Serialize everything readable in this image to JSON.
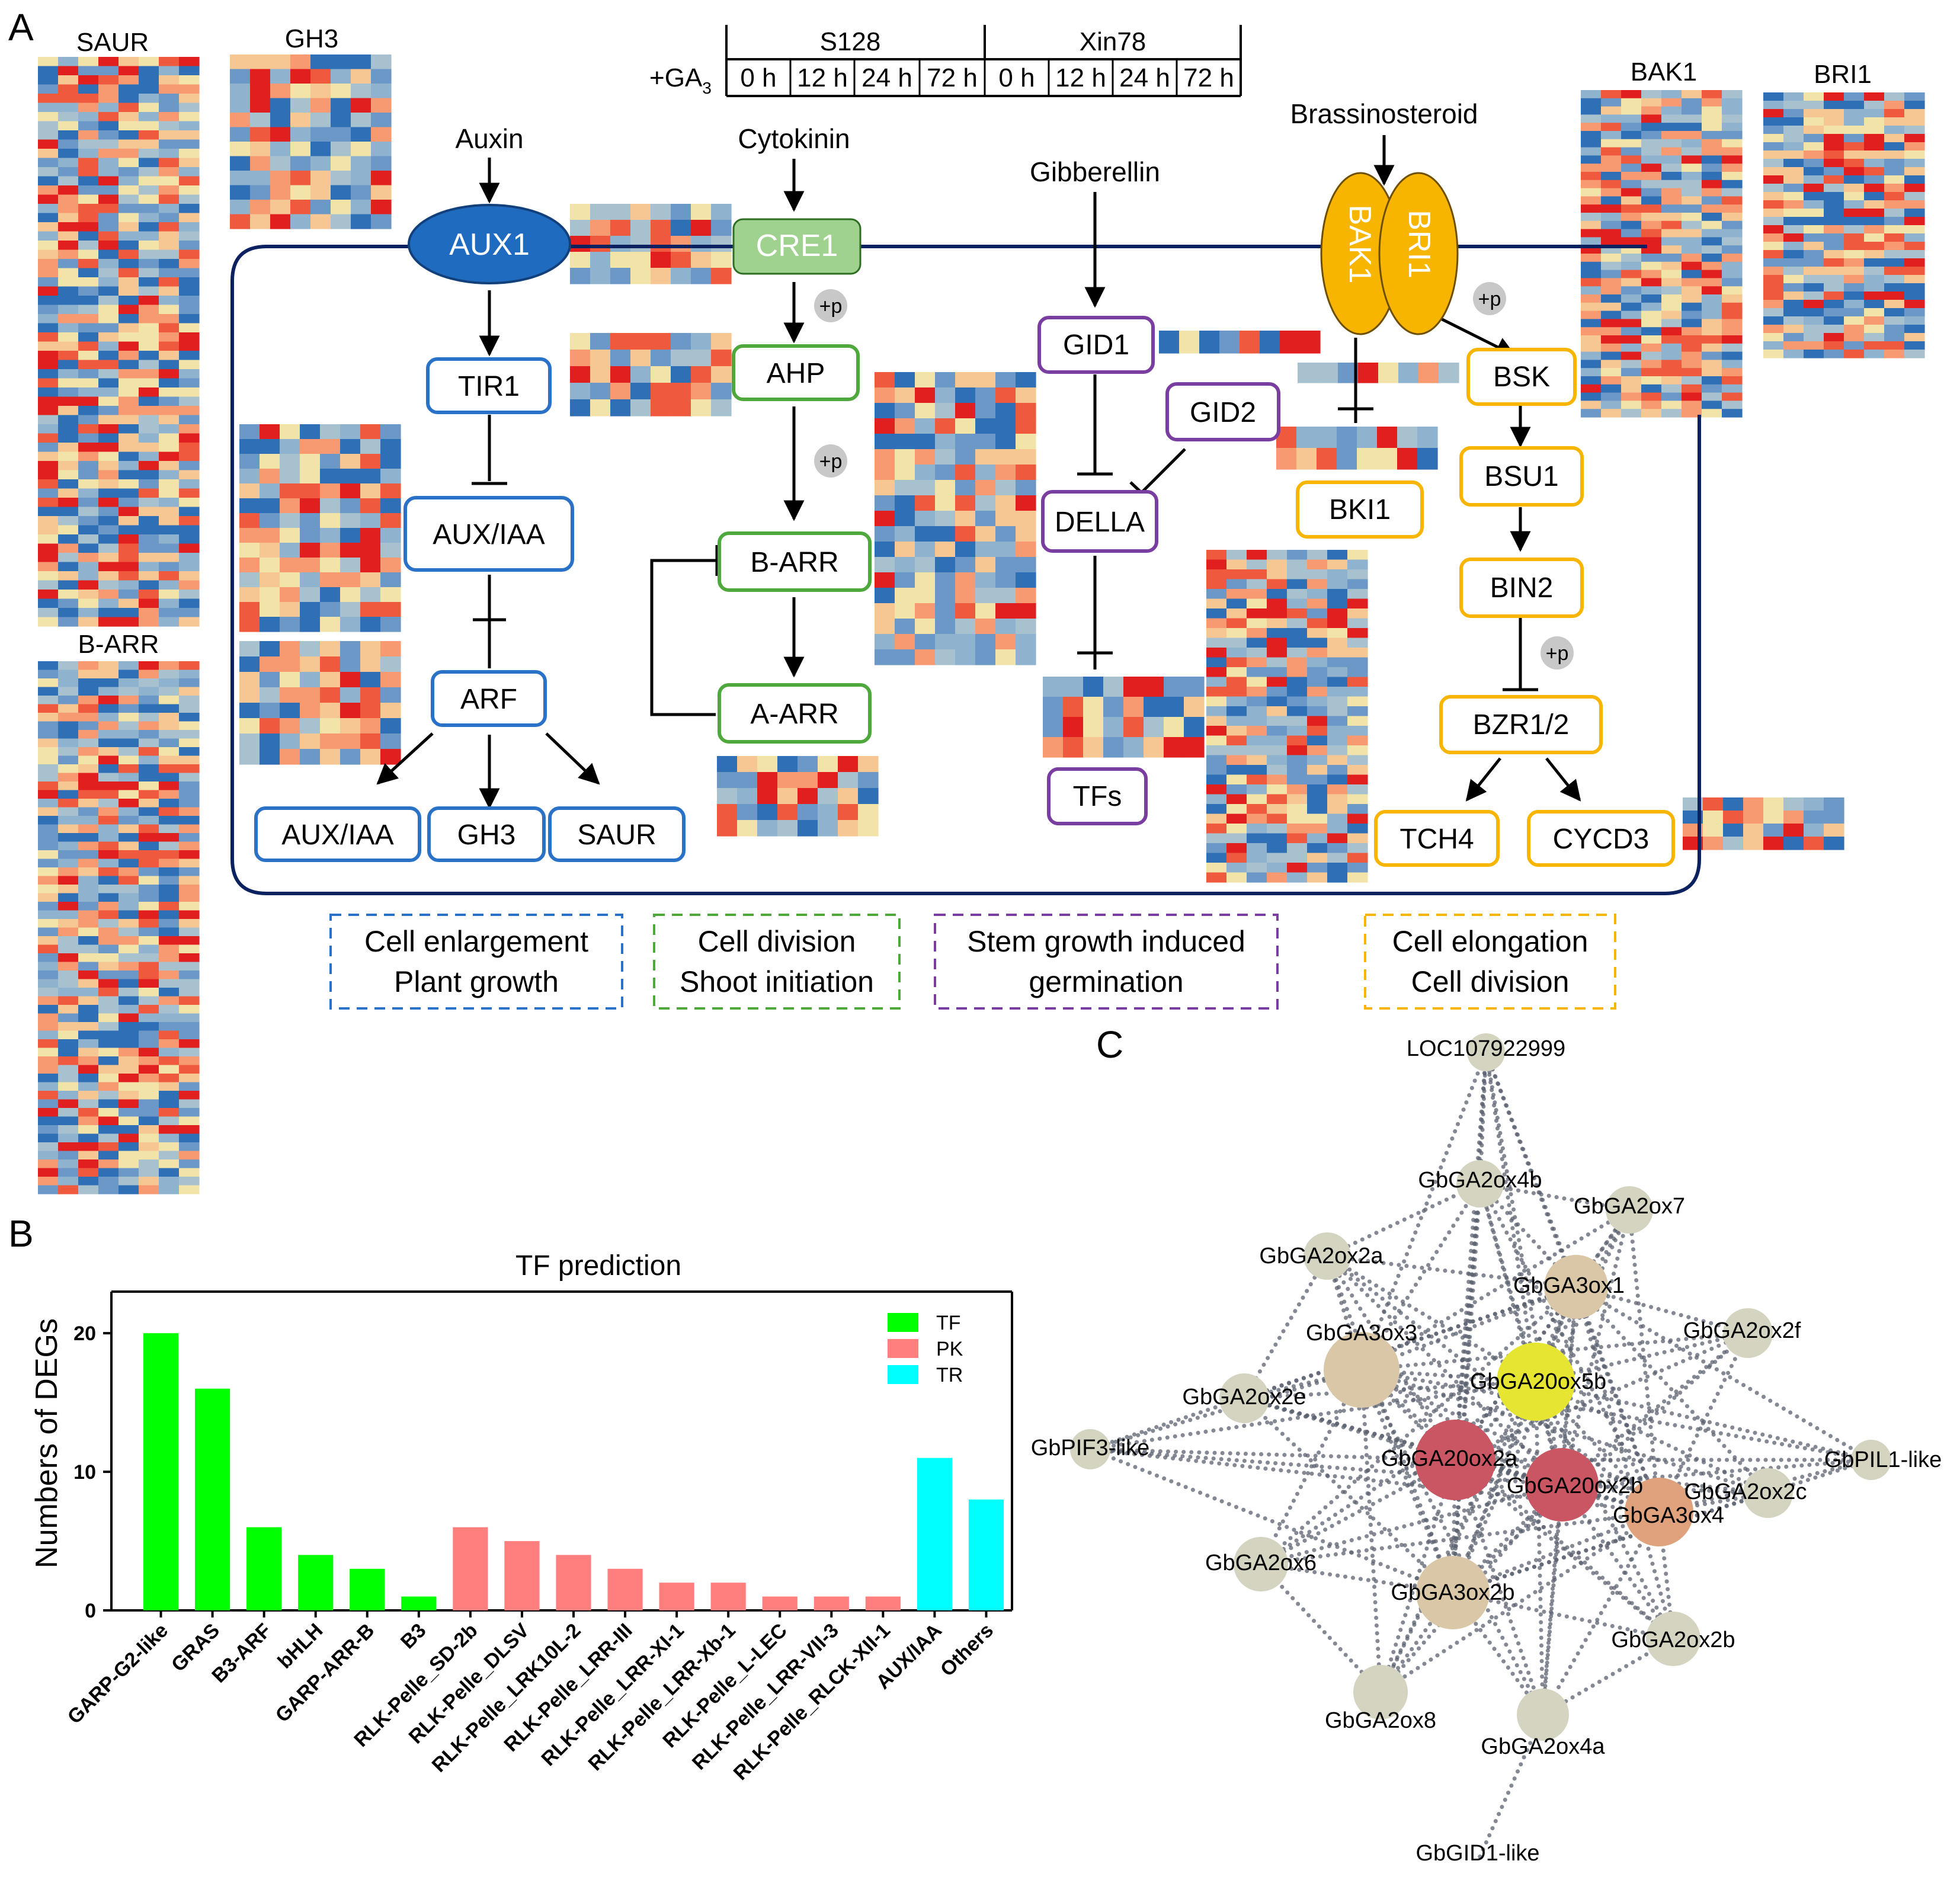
{
  "panel_labels": {
    "a": "A",
    "b": "B",
    "c": "C"
  },
  "colors": {
    "auxin": "#2a72c8",
    "cytokinin": "#4ea83c",
    "gibberellin": "#7a3ea0",
    "brassinosteroid": "#f7b500",
    "cell_border": "#0b2160",
    "tf": "#00ff00",
    "pk": "#ff7f7f",
    "tr": "#00ffff",
    "heatmap_palette": [
      "#2e6fb5",
      "#6b98c6",
      "#8fb3cf",
      "#a8c1cf",
      "#f2e4a9",
      "#f7c793",
      "#f79a72",
      "#ef5a3e",
      "#e11f1f"
    ]
  },
  "heatmaps": {
    "saur": "SAUR",
    "gh3": "GH3",
    "b_arr": "B-ARR",
    "bak1": "BAK1",
    "bri1": "BRI1"
  },
  "treatment": {
    "prefix": "+GA",
    "subscript": "3",
    "cultivars": [
      "S128",
      "Xin78"
    ],
    "times": [
      "0 h",
      "12 h",
      "24 h",
      "72 h",
      "0 h",
      "12 h",
      "24 h",
      "72 h"
    ]
  },
  "hormones": {
    "auxin": "Auxin",
    "cytokinin": "Cytokinin",
    "gibberellin": "Gibberellin",
    "brassinosteroid": "Brassinosteroid"
  },
  "nodes": {
    "aux1": "AUX1",
    "tir1": "TIR1",
    "aux_iaa": "AUX/IAA",
    "arf": "ARF",
    "aux_iaa_out": "AUX/IAA",
    "gh3_out": "GH3",
    "saur_out": "SAUR",
    "cre1": "CRE1",
    "ahp": "AHP",
    "b_arr": "B-ARR",
    "a_arr": "A-ARR",
    "gid1": "GID1",
    "gid2": "GID2",
    "della": "DELLA",
    "tfs": "TFs",
    "bak1": "BAK1",
    "bri1": "BRI1",
    "bsk": "BSK",
    "bki1": "BKI1",
    "bsu1": "BSU1",
    "bin2": "BIN2",
    "bzr": "BZR1/2",
    "tch4": "TCH4",
    "cycd3": "CYCD3"
  },
  "phospho": "+p",
  "outcomes": {
    "auxin": [
      "Cell enlargement",
      "Plant growth"
    ],
    "cytokinin": [
      "Cell division",
      "Shoot initiation"
    ],
    "gibberellin": [
      "Stem growth induced",
      "germination"
    ],
    "brassinosteroid": [
      "Cell elongation",
      "Cell division"
    ]
  },
  "chart_data": {
    "type": "bar",
    "title": "TF prediction",
    "xlabel": "",
    "ylabel": "Numbers of DEGs",
    "ylim": [
      0,
      23
    ],
    "yticks": [
      0,
      10,
      20
    ],
    "categories": [
      "GARP-G2-like",
      "GRAS",
      "B3-ARF",
      "bHLH",
      "GARP-ARR-B",
      "B3",
      "RLK-Pelle_SD-2b",
      "RLK-Pelle_DLSV",
      "RLK-Pelle_LRK10L-2",
      "RLK-Pelle_LRR-III",
      "RLK-Pelle_LRR-XI-1",
      "RLK-Pelle_LRR-Xb-1",
      "RLK-Pelle_L-LEC",
      "RLK-Pelle_LRR-VII-3",
      "RLK-Pelle_RLCK-XII-1",
      "AUX/IAA",
      "Others"
    ],
    "values": [
      20,
      16,
      6,
      4,
      3,
      1,
      6,
      5,
      4,
      3,
      2,
      2,
      1,
      1,
      1,
      11,
      8
    ],
    "groups": [
      "TF",
      "TF",
      "TF",
      "TF",
      "TF",
      "TF",
      "PK",
      "PK",
      "PK",
      "PK",
      "PK",
      "PK",
      "PK",
      "PK",
      "PK",
      "TR",
      "TR"
    ],
    "legend": [
      "TF",
      "PK",
      "TR"
    ],
    "legend_position": "top-right",
    "grid": false
  },
  "network": {
    "nodes": [
      {
        "id": "LOC107922999",
        "color": "#d4d4c0"
      },
      {
        "id": "GbGA2ox4b",
        "color": "#d4d4c0"
      },
      {
        "id": "GbGA2ox7",
        "color": "#d4d4c0"
      },
      {
        "id": "GbGA2ox2a",
        "color": "#d4d4c0"
      },
      {
        "id": "GbGA3ox1",
        "color": "#d9c7a8"
      },
      {
        "id": "GbGA2ox2f",
        "color": "#d4d4c0"
      },
      {
        "id": "GbGA3ox3",
        "color": "#d9c7a8"
      },
      {
        "id": "GbGA20ox5b",
        "color": "#e6e632"
      },
      {
        "id": "GbGA2ox2e",
        "color": "#d4d4c0"
      },
      {
        "id": "GbPIF3-like",
        "color": "#d4d4c0"
      },
      {
        "id": "GbPIL1-like",
        "color": "#d4d4c0"
      },
      {
        "id": "GbGA20ox2a",
        "color": "#c95662"
      },
      {
        "id": "GbGA20ox2b",
        "color": "#c95662"
      },
      {
        "id": "GbGA2ox2c",
        "color": "#d4d4c0"
      },
      {
        "id": "GbGA3ox4",
        "color": "#e0a27c"
      },
      {
        "id": "GbGA2ox6",
        "color": "#d4d4c0"
      },
      {
        "id": "GbGA3ox2b",
        "color": "#d9c7a8"
      },
      {
        "id": "GbGA2ox2b",
        "color": "#d4d4c0"
      },
      {
        "id": "GbGA2ox8",
        "color": "#d4d4c0"
      },
      {
        "id": "GbGA2ox4a",
        "color": "#d4d4c0"
      },
      {
        "id": "GbGID1-like",
        "color": "#d4d4c0"
      }
    ]
  }
}
